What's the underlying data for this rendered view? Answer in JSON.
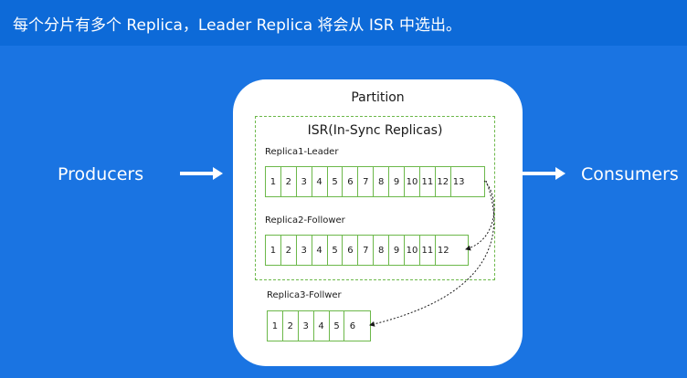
{
  "header": {
    "text": "每个分片有多个 Replica，Leader Replica 将会从 ISR 中选出。"
  },
  "producers_label": "Producers",
  "consumers_label": "Consumers",
  "partition": {
    "title": "Partition",
    "isr_title": "ISR(In-Sync Replicas)",
    "replicas": [
      {
        "label": "Replica1-Leader",
        "cells": [
          "1",
          "2",
          "3",
          "4",
          "5",
          "6",
          "7",
          "8",
          "9",
          "10",
          "11",
          "12",
          "13"
        ]
      },
      {
        "label": "Replica2-Follower",
        "cells": [
          "1",
          "2",
          "3",
          "4",
          "5",
          "6",
          "7",
          "8",
          "9",
          "10",
          "11",
          "12"
        ]
      },
      {
        "label": "Replica3-Follwer",
        "cells": [
          "1",
          "2",
          "3",
          "4",
          "5",
          "6"
        ]
      }
    ]
  },
  "colors": {
    "background": "#1a74e2",
    "header_band": "#0d6ad8",
    "partition_fill": "#ffffff",
    "box_border": "#6cb84a",
    "text_dark": "#1a1a1a"
  },
  "icons": [
    "arrow-right-icon",
    "dotted-replication-arrow"
  ]
}
